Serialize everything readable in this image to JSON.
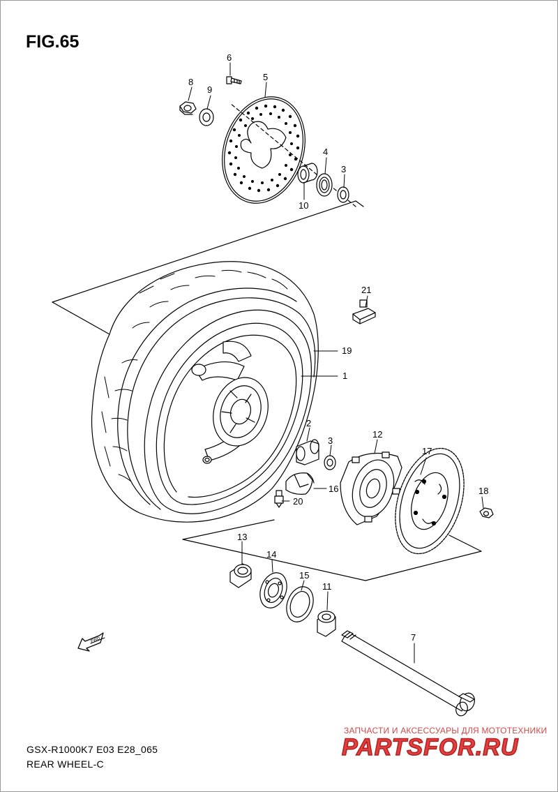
{
  "figure": {
    "title": "FIG.65",
    "model_code": "GSX-R1000K7 E03 E28_065",
    "section_name": "REAR WHEEL-C"
  },
  "callouts": [
    "6",
    "8",
    "9",
    "5",
    "4",
    "3",
    "10",
    "21",
    "19",
    "1",
    "2",
    "3",
    "12",
    "17",
    "16",
    "18",
    "20",
    "13",
    "14",
    "15",
    "11",
    "7"
  ],
  "icons": {
    "direction": "fwd-arrow-icon"
  },
  "badges": {
    "fwd": "FWD"
  },
  "watermark": {
    "tagline": "ЗАПЧАСТИ И АКСЕССУАРЫ ДЛЯ МОТОТЕХНИКИ",
    "brand": "PARTSFOR.RU"
  },
  "colors": {
    "line": "#000000",
    "watermark": "#e04040"
  }
}
